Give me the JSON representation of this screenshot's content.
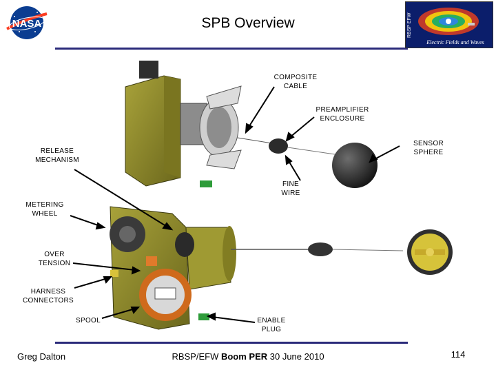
{
  "slide": {
    "title": "SPB Overview",
    "labels": {
      "composite_cable": [
        "COMPOSITE",
        "CABLE"
      ],
      "preamplifier_enclosure": [
        "PREAMPLIFIER",
        "ENCLOSURE"
      ],
      "sensor_sphere": [
        "SENSOR",
        "SPHERE"
      ],
      "release_mechanism": [
        "RELEASE",
        "MECHANISM"
      ],
      "fine_wire": [
        "FINE",
        "WIRE"
      ],
      "metering_wheel": [
        "METERING",
        "WHEEL"
      ],
      "over_tension": [
        "OVER",
        "TENSION"
      ],
      "harness_connectors": [
        "HARNESS",
        "CONNECTORS"
      ],
      "spool": "SPOOL",
      "enable_plug": [
        "ENABLE",
        "PLUG"
      ]
    },
    "footer": {
      "author": "Greg Dalton",
      "project_prefix": "RBSP/EFW ",
      "project_bold": "Boom PER",
      "date": " 30 June 2010",
      "page_number": "114"
    },
    "logos": {
      "nasa": "NASA",
      "rbsp_side": "RBSP EFW",
      "rbsp_caption": "Electric Fields and Waves"
    }
  },
  "colors": {
    "accent_rule": "#2a2a7a",
    "hardware_olive": "#8f8a2a",
    "sphere": "#2b2b2b"
  }
}
